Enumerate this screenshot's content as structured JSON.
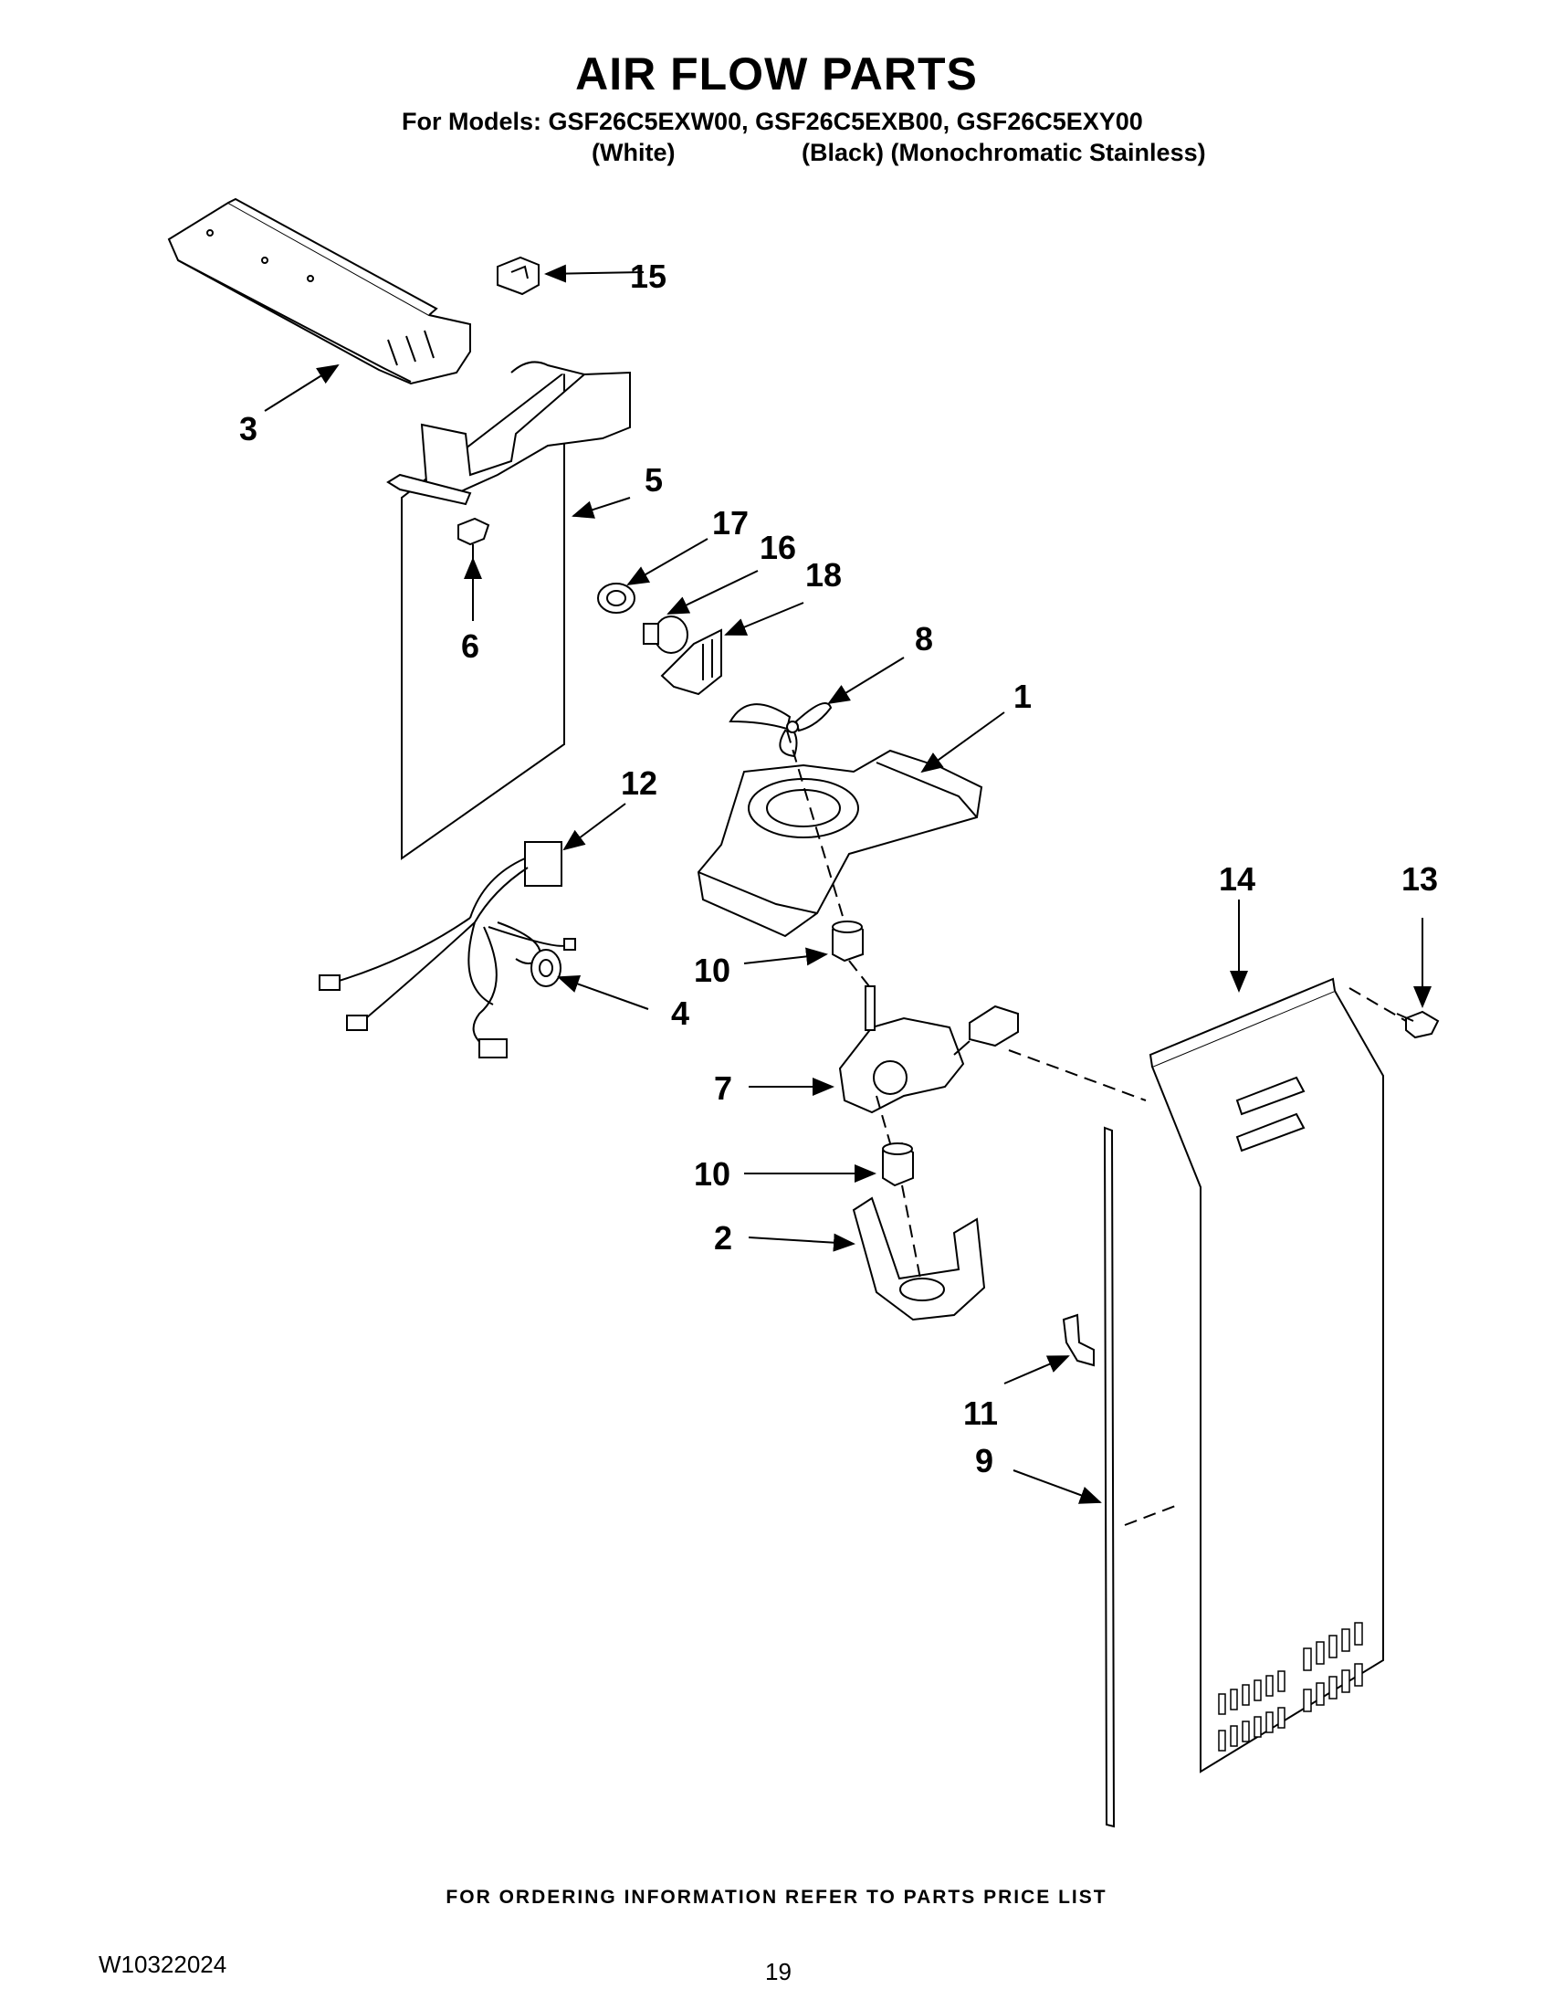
{
  "title": "AIR FLOW PARTS",
  "models_line": "For Models: GSF26C5EXW00, GSF26C5EXB00, GSF26C5EXY00",
  "variants": {
    "white": "(White)",
    "rest": "(Black) (Monochromatic Stainless)"
  },
  "footer_note": "FOR ORDERING INFORMATION REFER TO PARTS PRICE LIST",
  "doc_number": "W10322024",
  "page_number": "19",
  "callouts": {
    "c1": "1",
    "c2": "2",
    "c3": "3",
    "c4": "4",
    "c5": "5",
    "c6": "6",
    "c7": "7",
    "c8": "8",
    "c9": "9",
    "c10a": "10",
    "c10b": "10",
    "c11": "11",
    "c12": "12",
    "c13": "13",
    "c14": "14",
    "c15": "15",
    "c16": "16",
    "c17": "17",
    "c18": "18"
  }
}
